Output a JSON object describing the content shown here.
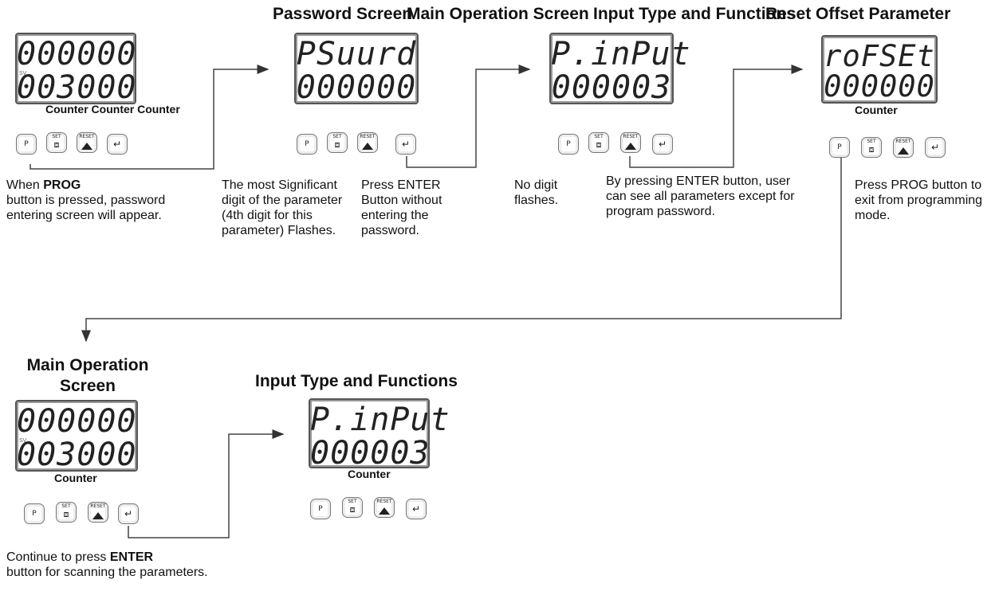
{
  "titles": {
    "password_screen": "Password Screen",
    "main_operation_screen": "Main Operation Screen",
    "input_type_and_functions": "Input Type and Functions",
    "reset_offset_parameter": "Reset Offset Parameter",
    "main_operation_screen_bottom": "Main Operation Screen",
    "input_type_and_functions_bottom": "Input Type and Functions"
  },
  "displays": {
    "d1": {
      "row1": "000000",
      "row2": "003000",
      "caption": "Counter Counter Counter"
    },
    "d2": {
      "row1": "PSuurd",
      "row2": "000000",
      "caption": ""
    },
    "d3": {
      "row1": "P.inPut",
      "row2": "000003",
      "caption": ""
    },
    "d4": {
      "row1": "roFSEt",
      "row2": "000000",
      "caption": "Counter"
    },
    "d5": {
      "row1": "000000",
      "row2": "003000",
      "caption": "Counter"
    },
    "d6": {
      "row1": "P.inPut",
      "row2": "000003",
      "caption": "Counter"
    }
  },
  "buttons": {
    "prog": "P",
    "set": "SET",
    "reset": "RESET",
    "enter": "↵"
  },
  "notes": {
    "n1_bold": "PROG",
    "n1_pre": "When ",
    "n1_post": "button is pressed, password entering screen will appear.",
    "n2": "The most Significant  digit of the parameter (4th digit   for this parameter) Flashes.",
    "n3": "Press ENTER Button without entering the password.",
    "n4": "No digit flashes.",
    "n5": "By pressing ENTER button, user can see all parameters except for program password.",
    "n6": "Press PROG button to exit from programming mode.",
    "n7_pre": "Continue to press ",
    "n7_bold": "ENTER",
    "n7_post": "button for scanning the parameters."
  }
}
